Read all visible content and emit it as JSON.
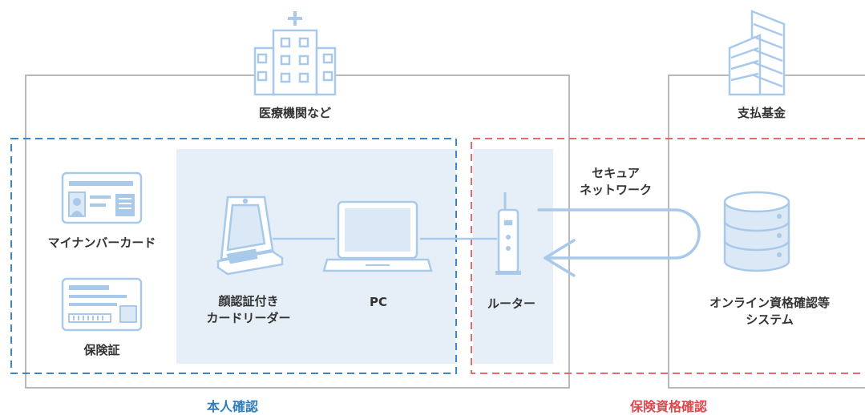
{
  "colors": {
    "frame_gray": "#b8b8b8",
    "panel_blue": "#e6eff8",
    "icon_blue": "#a9c9ea",
    "icon_fill": "#dbe9f6",
    "dashed_blue": "#3a87c8",
    "dashed_red": "#e46a6e",
    "label_blue": "#2e7bbf",
    "label_red": "#e0474c"
  },
  "icons": {
    "hospital": "hospital-building-icon",
    "fund": "office-building-icon",
    "my_number_card": "id-card-icon",
    "insurance_card": "insurance-card-icon",
    "card_reader": "face-auth-card-reader-icon",
    "pc": "laptop-icon",
    "router": "router-icon",
    "system": "database-icon"
  },
  "labels": {
    "medical_institution": "医療機関など",
    "payment_fund": "支払基金",
    "my_number_card": "マイナンバーカード",
    "insurance_card": "保険証",
    "card_reader_line1": "顔認証付き",
    "card_reader_line2": "カードリーダー",
    "pc": "PC",
    "router": "ルーター",
    "network_line1": "セキュア",
    "network_line2": "ネットワーク",
    "system_line1": "オンライン資格確認等",
    "system_line2": "システム",
    "identity_verification": "本人確認",
    "insurance_verification": "保険資格確認"
  }
}
